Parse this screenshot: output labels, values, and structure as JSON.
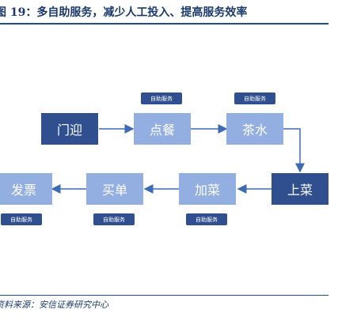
{
  "figure": {
    "title": "图 19：多自助服务，减少人工投入、提高服务效率",
    "source": "资料来源：安信证券研究中心"
  },
  "nodes": {
    "menying": "门迎",
    "diancan": "点餐",
    "chashui": "茶水",
    "shangcai": "上菜",
    "jiacai": "加菜",
    "maidan": "买单",
    "fapiao": "发票"
  },
  "badge_label": "自助服务",
  "colors": {
    "dark_node": "#2f4f8f",
    "light_node": "#93aee0",
    "arrow": "#3f6bb5",
    "title": "#1b3a6b"
  }
}
